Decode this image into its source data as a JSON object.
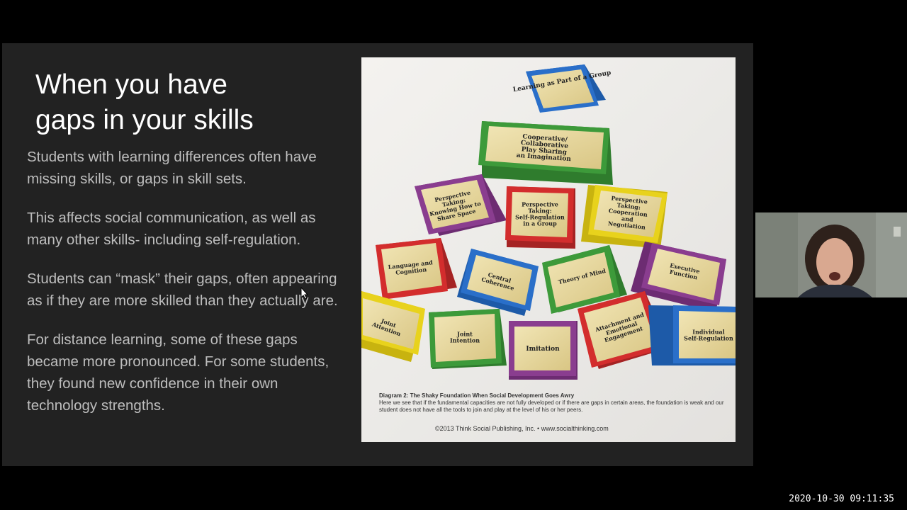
{
  "slide": {
    "title_line1": "When you have",
    "title_line2": "gaps in your skills",
    "paragraphs": [
      "Students with learning differences often have missing skills, or gaps in skill sets.",
      "This affects social communication, as well as many other skills- including self-regulation.",
      "Students can “mask” their gaps, often appearing as if they are more skilled than they actually are.",
      "For distance learning, some of these gaps became more pronounced. For some students, they found new confidence in their own technology strengths."
    ]
  },
  "diagram": {
    "blocks": [
      "Learning as Part of a Group",
      "Cooperative/ Collaborative Play Sharing an Imagination",
      "Perspective Taking: Knowing How to Share Space",
      "Perspective Taking: Self-Regulation in a Group",
      "Perspective Taking: Cooperation and Negotiation",
      "Language and Cognition",
      "Central Coherence",
      "Theory of Mind",
      "Executive Function",
      "Joint Attention",
      "Joint Intention",
      "Imitation",
      "Attachment and Emotional Engagement",
      "Individual Self-Regulation"
    ],
    "caption_title": "Diagram 2: The Shaky Foundation When Social Development Goes Awry",
    "caption_text": "Here we see that if the fundamental capacities are not fully developed or if there are gaps in certain areas, the foundation is weak and our student does not have all the tools to join and play at the level of his or her peers.",
    "copyright": "©2013 Think Social Publishing, Inc.      •      www.socialthinking.com"
  },
  "timestamp": "2020-10-30 09:11:35",
  "colors": {
    "slide_bg": "#222222",
    "title_text": "#ffffff",
    "body_text": "#bdbdbd",
    "block_face": "#e8d9a0",
    "blue": "#2a6fc9",
    "green": "#3d9a3a",
    "purple": "#8a3d8f",
    "red": "#d32d2d",
    "yellow": "#e8d21c"
  }
}
